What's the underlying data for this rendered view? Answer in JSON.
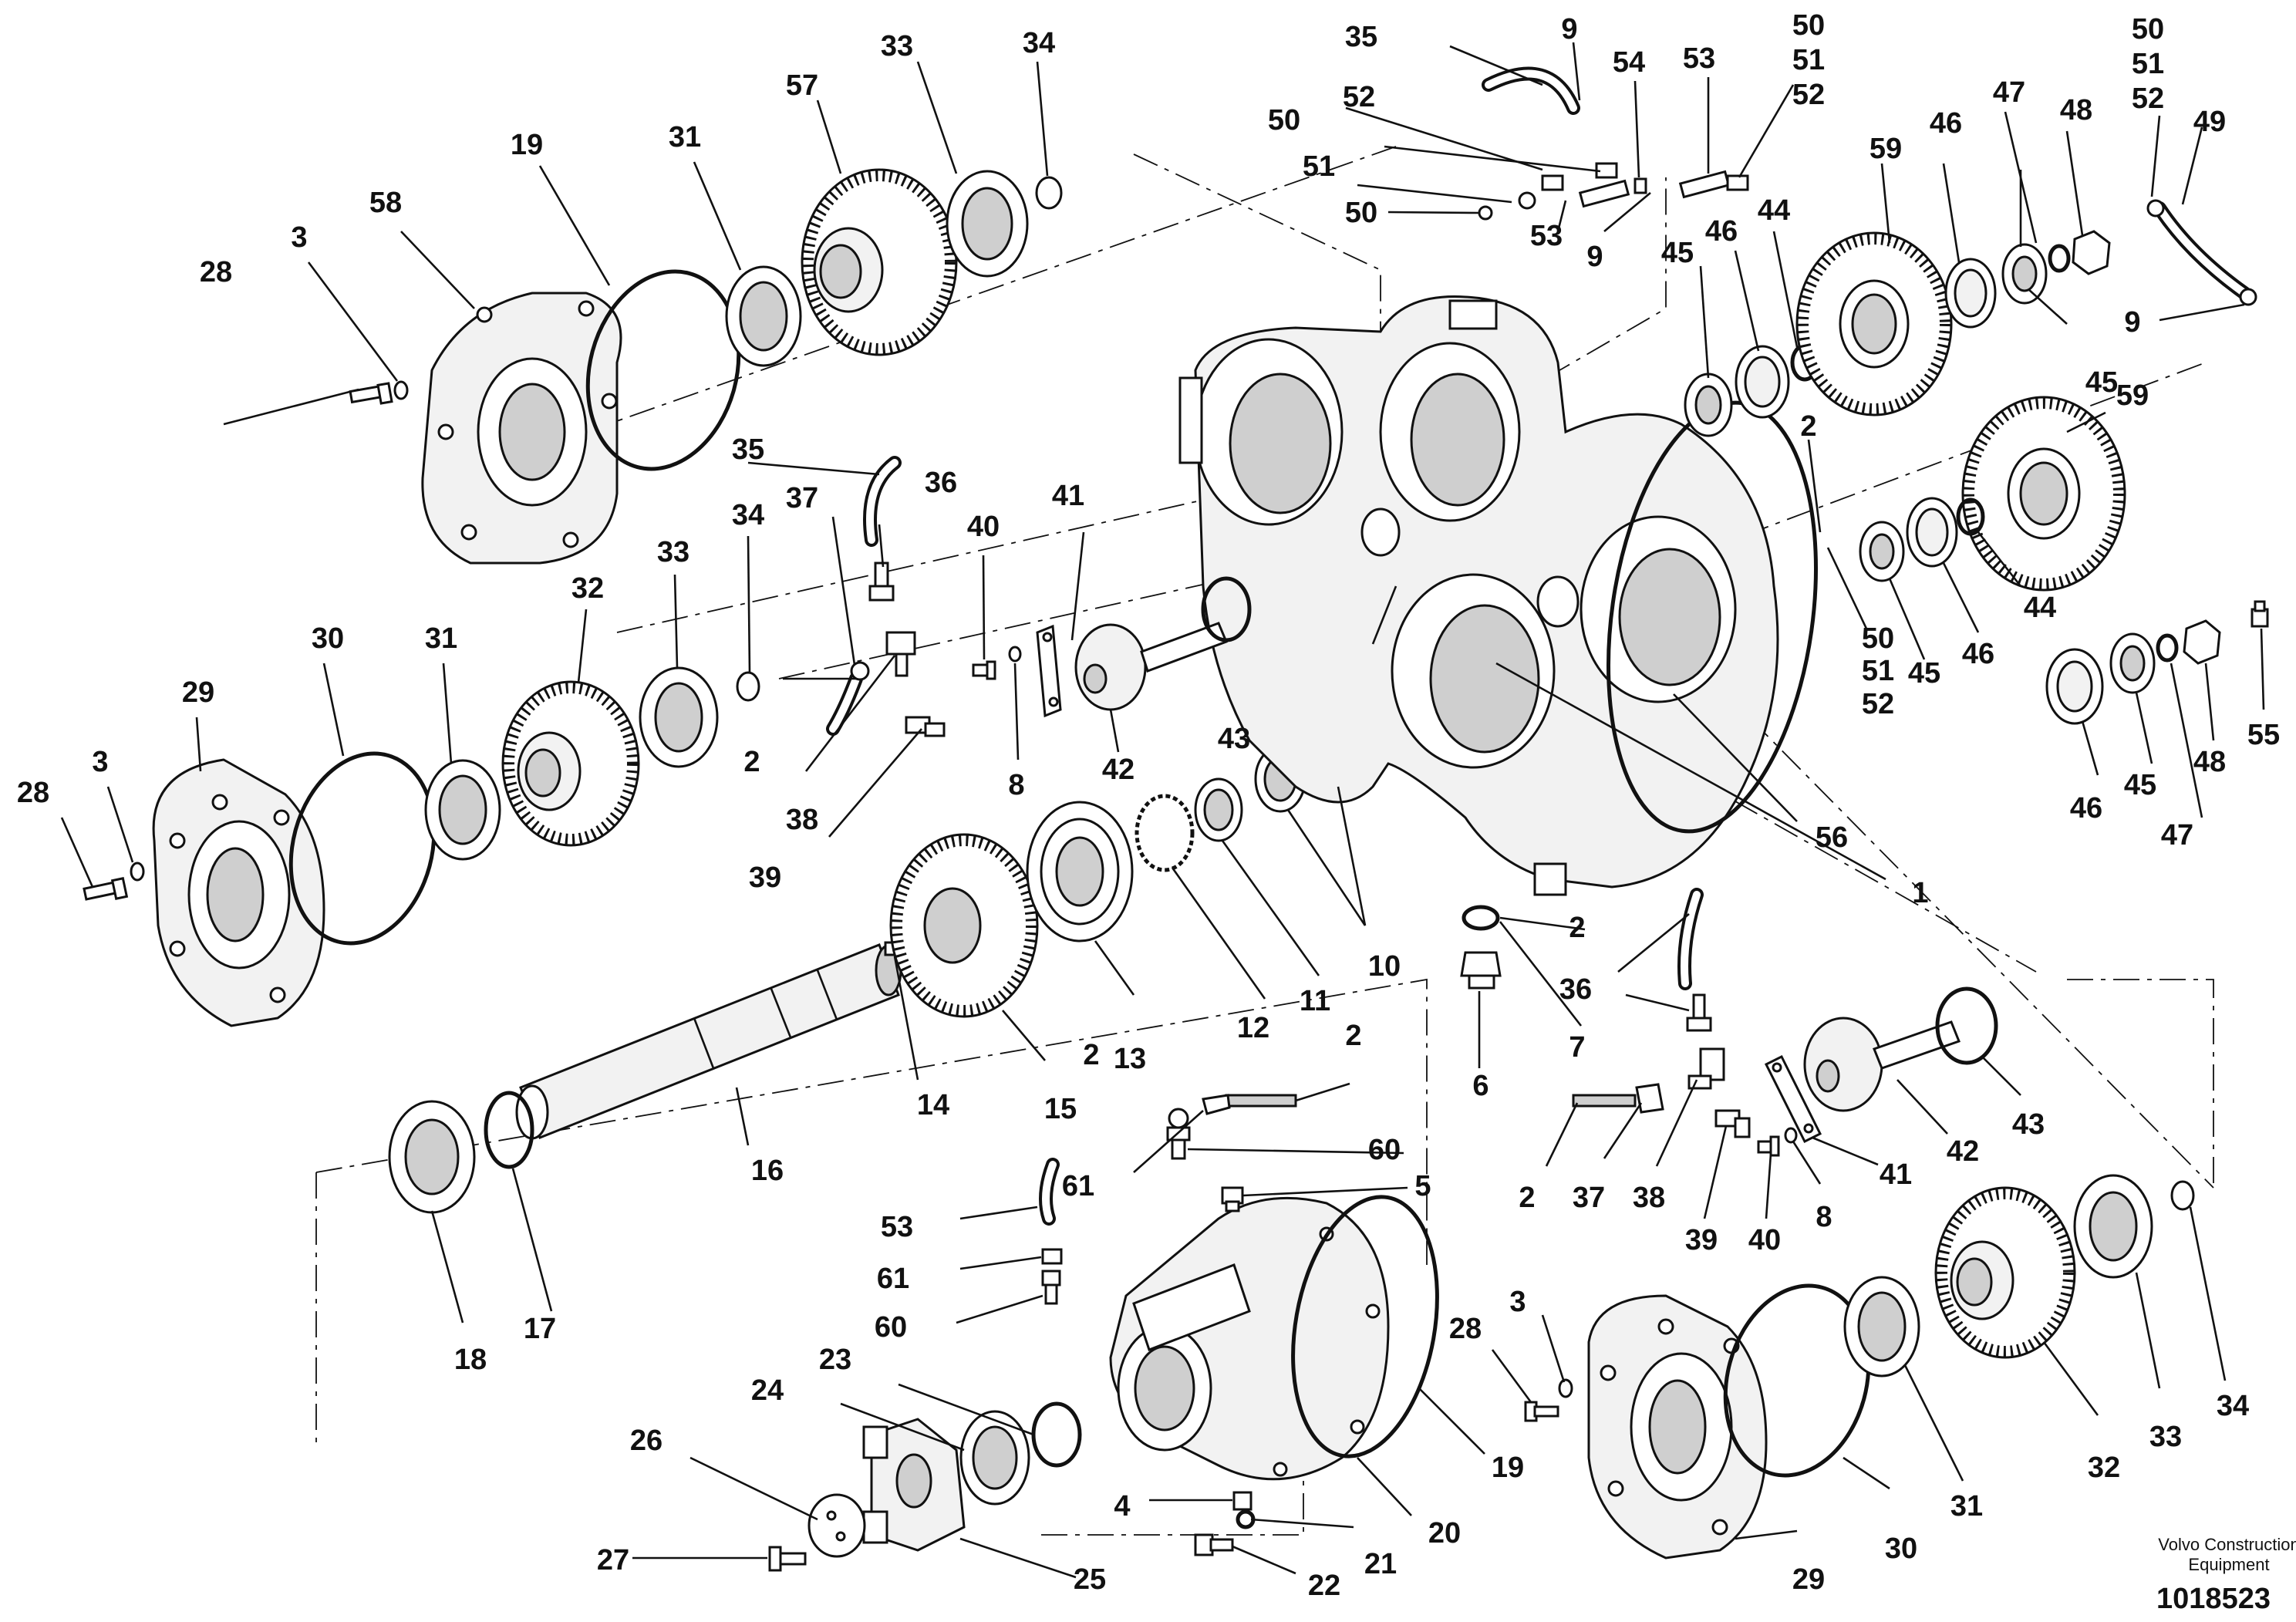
{
  "footer": {
    "brand_line1": "Volvo Construction",
    "brand_line2": "Equipment",
    "drawing_number": "1018523"
  },
  "callouts": [
    {
      "id": "c01",
      "text": "1"
    },
    {
      "id": "c02",
      "text": "2"
    },
    {
      "id": "c03",
      "text": "2"
    },
    {
      "id": "c04",
      "text": "2"
    },
    {
      "id": "c05",
      "text": "2"
    },
    {
      "id": "c06",
      "text": "2"
    },
    {
      "id": "c07",
      "text": "2"
    },
    {
      "id": "c08",
      "text": "3"
    },
    {
      "id": "c09",
      "text": "3"
    },
    {
      "id": "c10",
      "text": "3"
    },
    {
      "id": "c11",
      "text": "4"
    },
    {
      "id": "c12",
      "text": "5"
    },
    {
      "id": "c13",
      "text": "6"
    },
    {
      "id": "c14",
      "text": "7"
    },
    {
      "id": "c15",
      "text": "8"
    },
    {
      "id": "c16",
      "text": "8"
    },
    {
      "id": "c17",
      "text": "9"
    },
    {
      "id": "c18",
      "text": "9"
    },
    {
      "id": "c19",
      "text": "9"
    },
    {
      "id": "c20",
      "text": "10"
    },
    {
      "id": "c21",
      "text": "11"
    },
    {
      "id": "c22",
      "text": "12"
    },
    {
      "id": "c23",
      "text": "13"
    },
    {
      "id": "c24",
      "text": "14"
    },
    {
      "id": "c25",
      "text": "15"
    },
    {
      "id": "c26",
      "text": "16"
    },
    {
      "id": "c27",
      "text": "17"
    },
    {
      "id": "c28",
      "text": "18"
    },
    {
      "id": "c29",
      "text": "19"
    },
    {
      "id": "c30",
      "text": "19"
    },
    {
      "id": "c31",
      "text": "20"
    },
    {
      "id": "c32",
      "text": "21"
    },
    {
      "id": "c33",
      "text": "22"
    },
    {
      "id": "c34",
      "text": "23"
    },
    {
      "id": "c35",
      "text": "24"
    },
    {
      "id": "c36",
      "text": "25"
    },
    {
      "id": "c37",
      "text": "26"
    },
    {
      "id": "c38",
      "text": "27"
    },
    {
      "id": "c39",
      "text": "28"
    },
    {
      "id": "c40",
      "text": "28"
    },
    {
      "id": "c41",
      "text": "28"
    },
    {
      "id": "c42",
      "text": "29"
    },
    {
      "id": "c43",
      "text": "29"
    },
    {
      "id": "c44",
      "text": "30"
    },
    {
      "id": "c45",
      "text": "30"
    },
    {
      "id": "c46",
      "text": "31"
    },
    {
      "id": "c47",
      "text": "31"
    },
    {
      "id": "c48",
      "text": "31"
    },
    {
      "id": "c49",
      "text": "32"
    },
    {
      "id": "c50",
      "text": "32"
    },
    {
      "id": "c51",
      "text": "33"
    },
    {
      "id": "c52",
      "text": "33"
    },
    {
      "id": "c53",
      "text": "33"
    },
    {
      "id": "c54",
      "text": "34"
    },
    {
      "id": "c55",
      "text": "34"
    },
    {
      "id": "c56",
      "text": "34"
    },
    {
      "id": "c57",
      "text": "35"
    },
    {
      "id": "c58",
      "text": "35"
    },
    {
      "id": "c59",
      "text": "36"
    },
    {
      "id": "c60",
      "text": "36"
    },
    {
      "id": "c61",
      "text": "37"
    },
    {
      "id": "c62",
      "text": "37"
    },
    {
      "id": "c63",
      "text": "38"
    },
    {
      "id": "c64",
      "text": "38"
    },
    {
      "id": "c65",
      "text": "39"
    },
    {
      "id": "c66",
      "text": "39"
    },
    {
      "id": "c67",
      "text": "40"
    },
    {
      "id": "c68",
      "text": "40"
    },
    {
      "id": "c69",
      "text": "41"
    },
    {
      "id": "c70",
      "text": "41"
    },
    {
      "id": "c71",
      "text": "42"
    },
    {
      "id": "c72",
      "text": "42"
    },
    {
      "id": "c73",
      "text": "43"
    },
    {
      "id": "c74",
      "text": "43"
    },
    {
      "id": "c75",
      "text": "44"
    },
    {
      "id": "c76",
      "text": "44"
    },
    {
      "id": "c77",
      "text": "45"
    },
    {
      "id": "c78",
      "text": "45"
    },
    {
      "id": "c79",
      "text": "45"
    },
    {
      "id": "c80",
      "text": "45"
    },
    {
      "id": "c81",
      "text": "46"
    },
    {
      "id": "c82",
      "text": "46"
    },
    {
      "id": "c83",
      "text": "46"
    },
    {
      "id": "c84",
      "text": "46"
    },
    {
      "id": "c85",
      "text": "47"
    },
    {
      "id": "c86",
      "text": "47"
    },
    {
      "id": "c87",
      "text": "48"
    },
    {
      "id": "c88",
      "text": "48"
    },
    {
      "id": "c89",
      "text": "49"
    },
    {
      "id": "c90",
      "text": "50"
    },
    {
      "id": "c91",
      "text": "50"
    },
    {
      "id": "c92",
      "text": "50"
    },
    {
      "id": "c93",
      "text": "50"
    },
    {
      "id": "c94",
      "text": "50"
    },
    {
      "id": "c95",
      "text": "51"
    },
    {
      "id": "c96",
      "text": "51"
    },
    {
      "id": "c97",
      "text": "51"
    },
    {
      "id": "c98",
      "text": "51"
    },
    {
      "id": "c99",
      "text": "52"
    },
    {
      "id": "c100",
      "text": "52"
    },
    {
      "id": "c101",
      "text": "52"
    },
    {
      "id": "c102",
      "text": "52"
    },
    {
      "id": "c103",
      "text": "53"
    },
    {
      "id": "c104",
      "text": "53"
    },
    {
      "id": "c105",
      "text": "53"
    },
    {
      "id": "c106",
      "text": "54"
    },
    {
      "id": "c107",
      "text": "55"
    },
    {
      "id": "c108",
      "text": "56"
    },
    {
      "id": "c109",
      "text": "57"
    },
    {
      "id": "c110",
      "text": "58"
    },
    {
      "id": "c111",
      "text": "59"
    },
    {
      "id": "c112",
      "text": "59"
    },
    {
      "id": "c113",
      "text": "60"
    },
    {
      "id": "c114",
      "text": "60"
    },
    {
      "id": "c115",
      "text": "61"
    },
    {
      "id": "c116",
      "text": "61"
    }
  ]
}
